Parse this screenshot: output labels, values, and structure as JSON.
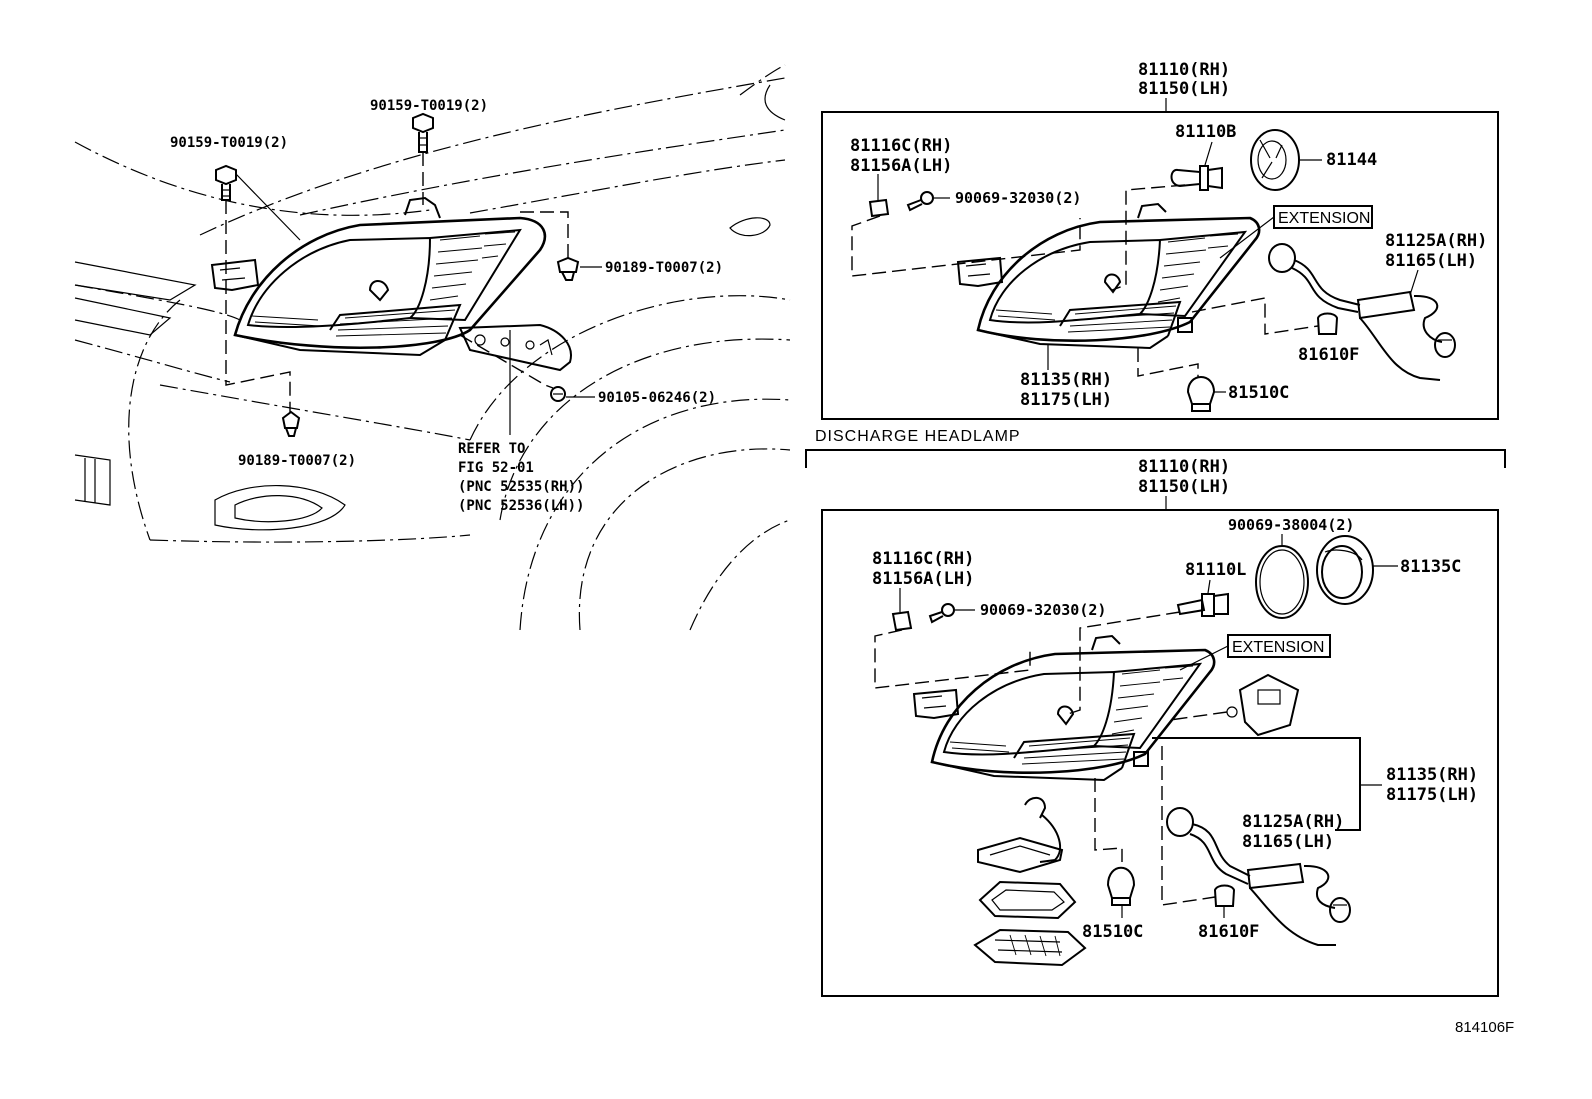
{
  "left": {
    "bolt_upper_left": "90159-T0019(2)",
    "bolt_upper_mid": "90159-T0019(2)",
    "clip_right": "90189-T0007(2)",
    "screw_bracket": "90105-06246(2)",
    "clip_bottom": "90189-T0007(2)",
    "refer_1": "REFER TO",
    "refer_2": "FIG 52-01",
    "refer_3": "(PNC 52535(RH))",
    "refer_4": "(PNC 52536(LH))"
  },
  "top_panel": {
    "assy_rh": "81110(RH)",
    "assy_lh": "81150(LH)",
    "nut_rh": "81116C(RH)",
    "nut_lh": "81156A(LH)",
    "screw": "90069-32030(2)",
    "bulb": "81110B",
    "cover": "81144",
    "extension": "EXTENSION",
    "socket_rh": "81125A(RH)",
    "socket_lh": "81165(LH)",
    "small_bulb": "81610F",
    "housing_rh": "81135(RH)",
    "housing_lh": "81175(LH)",
    "turn_bulb": "81510C"
  },
  "section_title": "DISCHARGE HEADLAMP",
  "bottom_panel": {
    "assy_rh": "81110(RH)",
    "assy_lh": "81150(LH)",
    "oring": "90069-38004(2)",
    "cover": "81135C",
    "nut_rh": "81116C(RH)",
    "nut_lh": "81156A(LH)",
    "bulb": "81110L",
    "screw": "90069-32030(2)",
    "extension": "EXTENSION",
    "housing_rh": "81135(RH)",
    "housing_lh": "81175(LH)",
    "socket_rh": "81125A(RH)",
    "socket_lh": "81165(LH)",
    "turn_bulb": "81510C",
    "small_bulb": "81610F"
  },
  "figure_code": "814106F"
}
